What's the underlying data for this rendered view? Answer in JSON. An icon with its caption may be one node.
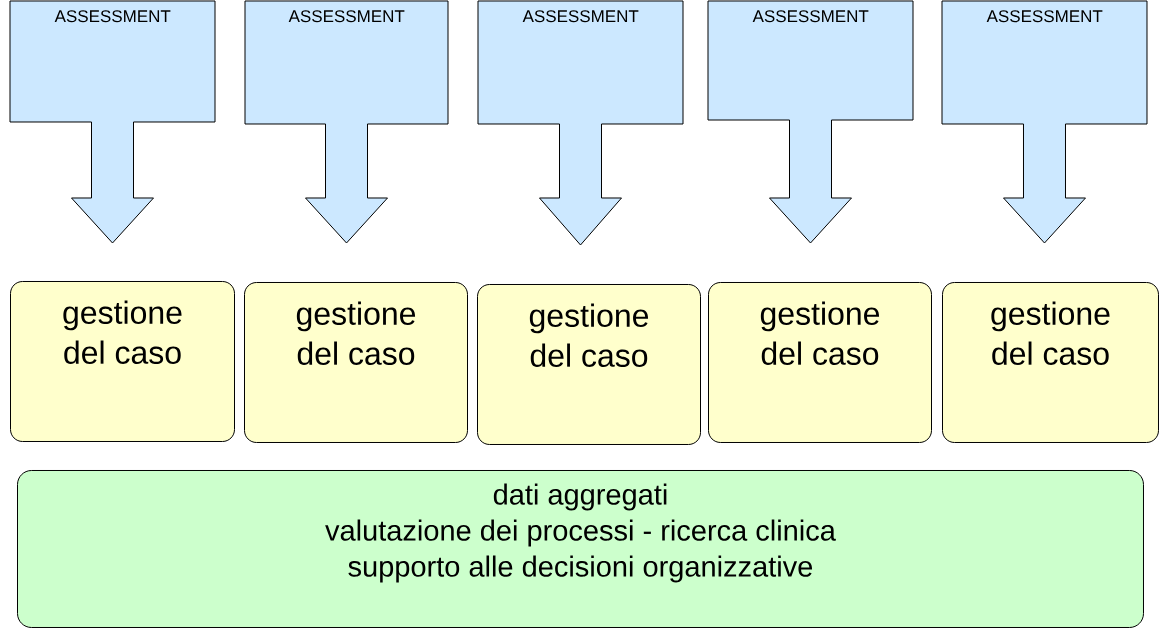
{
  "diagram": {
    "nodes": [
      {
        "text": [
          "ASSESSMENT"
        ]
      },
      {
        "text": [
          "ASSESSMENT"
        ]
      },
      {
        "text": [
          "ASSESSMENT"
        ]
      },
      {
        "text": [
          "ASSESSMENT"
        ]
      },
      {
        "text": [
          "ASSESSMENT"
        ]
      },
      {
        "text": [
          "gestione del caso"
        ]
      },
      {
        "text": [
          "gestione del caso"
        ]
      },
      {
        "text": [
          "gestione del caso"
        ]
      },
      {
        "text": [
          "gestione del caso"
        ]
      },
      {
        "text": [
          "gestione del caso"
        ]
      },
      {
        "text": [
          "dati aggregati",
          "valutazione dei processi - ricerca clinica",
          "supporto alle decisioni organizzative"
        ]
      }
    ]
  }
}
